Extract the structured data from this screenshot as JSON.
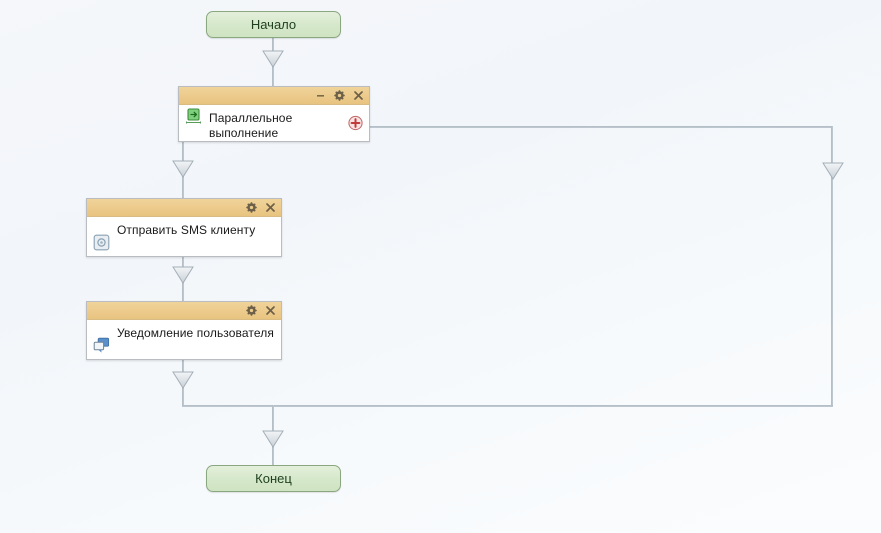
{
  "diagram": {
    "title": "Workflow designer canvas",
    "background_color": "#f4f7fa",
    "connector_color": "#b6c0c8"
  },
  "nodes": {
    "start": {
      "label": "Начало",
      "type": "terminal-start",
      "fill_color": "#d6e8cb",
      "border_color": "#8aa77f"
    },
    "parallel": {
      "label": "Параллельное выполнение",
      "label_line1": "Параллельное",
      "label_line2": "выполнение",
      "type": "activity-parallel",
      "header_color": "#e8c480",
      "icon": "parallel-fork-icon",
      "header_buttons": [
        "minimize-icon",
        "gear-icon",
        "close-icon"
      ],
      "add_button": "add-branch-icon"
    },
    "sms": {
      "label": "Отправить SMS клиенту",
      "type": "activity",
      "header_color": "#e8c480",
      "icon": "sms-action-icon",
      "header_buttons": [
        "gear-icon",
        "close-icon"
      ]
    },
    "notify": {
      "label": "Уведомление пользователя",
      "type": "activity",
      "header_color": "#e8c480",
      "icon": "notification-icon",
      "header_buttons": [
        "gear-icon",
        "close-icon"
      ]
    },
    "end": {
      "label": "Конец",
      "type": "terminal-end",
      "fill_color": "#d6e8cb",
      "border_color": "#8aa77f"
    }
  }
}
